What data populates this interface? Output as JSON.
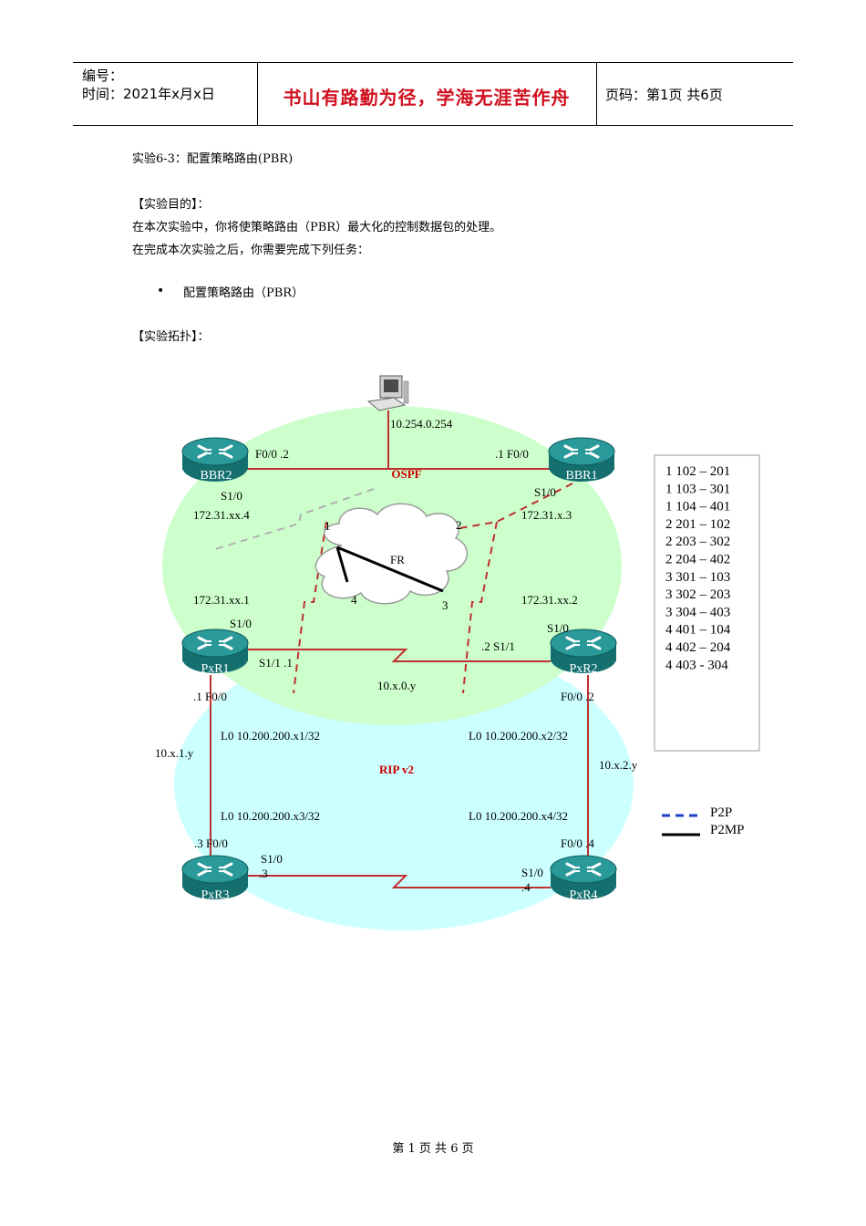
{
  "header": {
    "number_label": "编号：",
    "time_label": "时间：2021年x月x日",
    "motto": "书山有路勤为径，学海无涯苦作舟",
    "page_label": "页码：第1页 共6页"
  },
  "content": {
    "lab_title": "实验6-3：配置策略路由(PBR)",
    "objective_heading": "【实验目的】：",
    "objective_text": "在本次实验中，你将使策略路由（PBR）最大化的控制数据包的处理。",
    "tasks_intro": "在完成本次实验之后，你需要完成下列任务：",
    "bullet_item": "配置策略路由（PBR）",
    "topology_heading": "【实验拓扑】："
  },
  "topology": {
    "colors": {
      "ospf_area": "#ccffcc",
      "rip_area": "#ccffff",
      "link": "#c03030",
      "router": "#1e8e8e",
      "area_label": "#cc0000"
    },
    "areas": {
      "ospf": "OSPF",
      "rip": "RIP v2"
    },
    "routers": {
      "bbr2": "BBR2",
      "bbr1": "BBR1",
      "pxr1": "PxR1",
      "pxr2": "PxR2",
      "pxr3": "PxR3",
      "pxr4": "PxR4"
    },
    "pc_ip": "10.254.0.254",
    "labels": {
      "bbr2_f00": "F0/0 .2",
      "bbr1_f00": ".1 F0/0",
      "bbr2_s10": "S1/0",
      "bbr2_ip": "172.31.xx.4",
      "bbr1_s10": "S1/0",
      "bbr1_ip": "172.31.x.3",
      "pxr1_ip": "172.31.xx.1",
      "pxr1_s10": "S1/0",
      "pxr2_ip": "172.31.xx.2",
      "pxr2_s10": "S1/0",
      "pxr1_s11": "S1/1 .1",
      "pxr2_s11": ".2 S1/1",
      "net_10x0": "10.x.0.y",
      "pxr1_f00": ".1 F0/0",
      "pxr2_f00": "F0/0 .2",
      "net_10x1": "10.x.1.y",
      "net_10x2": "10.x.2.y",
      "lo_x1": "L0 10.200.200.x1/32",
      "lo_x2": "L0 10.200.200.x2/32",
      "lo_x3": "L0 10.200.200.x3/32",
      "lo_x4": "L0 10.200.200.x4/32",
      "pxr3_f00": ".3 F0/0",
      "pxr4_f00": "F0/0 .4",
      "pxr3_s10": "S1/0",
      "pxr3_s10_ip": ".3",
      "pxr4_s10": "S1/0",
      "pxr4_s10_ip": ".4",
      "fr": "FR",
      "fr_1": "1",
      "fr_2": "2",
      "fr_3": "3",
      "fr_4": "4"
    },
    "dlci_table": [
      "1 102 – 201",
      "1 103 – 301",
      "1 104 – 401",
      "2 201 – 102",
      "2 203 – 302",
      "2 204 – 402",
      "3 301 – 103",
      "3 302 – 203",
      "3 304 – 403",
      "4 401 – 104",
      "4 402 – 204",
      "4 403 - 304"
    ],
    "legend": {
      "p2p": "P2P",
      "p2mp": "P2MP"
    }
  },
  "footer": "第 1 页 共 6 页"
}
